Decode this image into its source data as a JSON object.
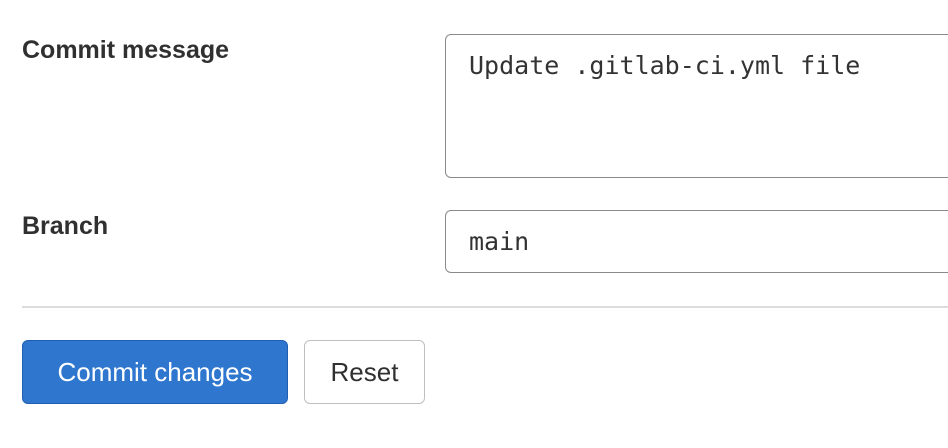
{
  "form": {
    "commit_message_label": "Commit message",
    "commit_message_value": "Update .gitlab-ci.yml file",
    "branch_label": "Branch",
    "branch_value": "main"
  },
  "actions": {
    "commit_label": "Commit changes",
    "reset_label": "Reset"
  },
  "colors": {
    "primary_button": "#2f76cf",
    "text": "#303030",
    "divider": "#dcdcde"
  }
}
